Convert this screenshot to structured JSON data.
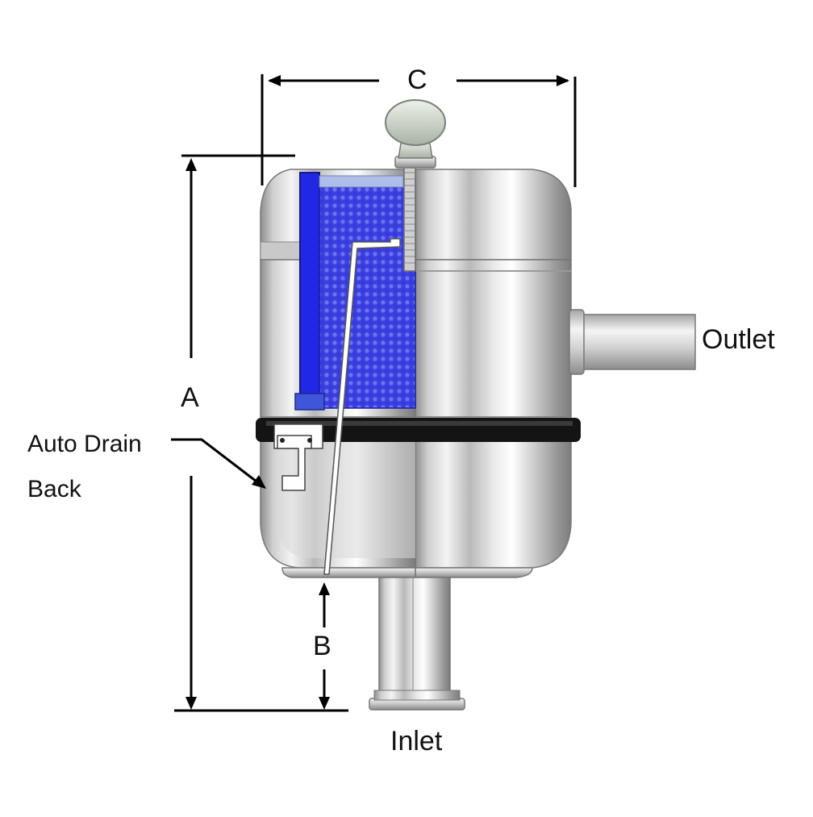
{
  "diagram": {
    "labels": {
      "dim_a": "A",
      "dim_b": "B",
      "dim_c": "C",
      "outlet": "Outlet",
      "inlet": "Inlet",
      "auto_drain_line1": "Auto Drain",
      "auto_drain_line2": "Back"
    },
    "colors": {
      "filter_element": "#3a3ee8",
      "filter_dark": "#1a1fc0",
      "gasket": "#111111",
      "steel_light": "#f2f2f2",
      "steel_dark": "#8f8f8f",
      "dimension_lines": "#000000"
    }
  }
}
